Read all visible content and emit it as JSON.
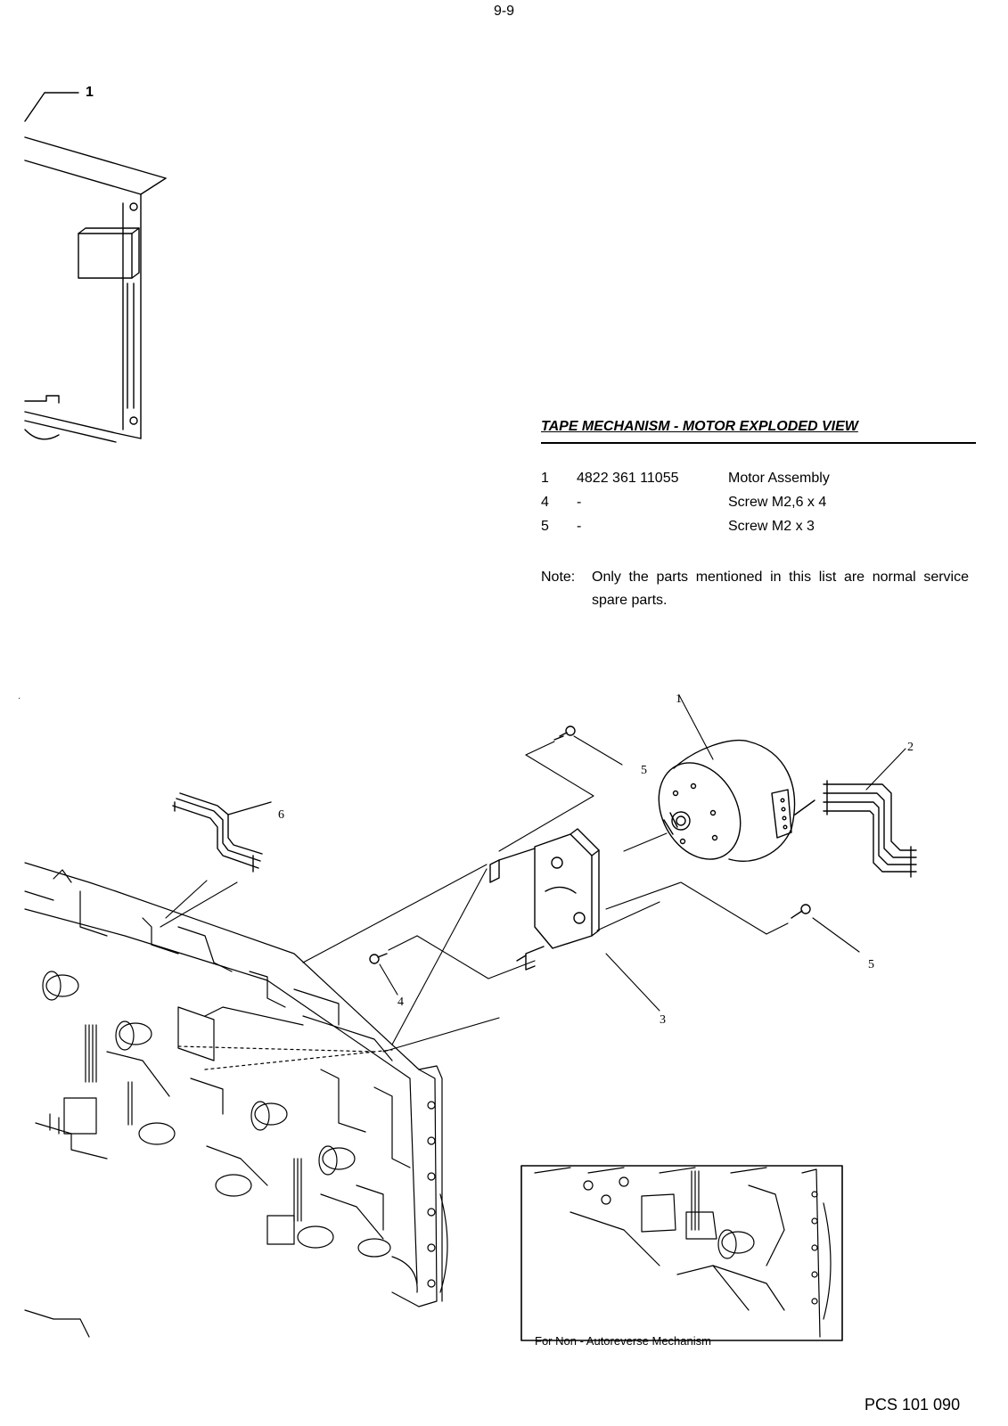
{
  "page_number": "9-9",
  "parts_list": {
    "title": "TAPE MECHANISM - MOTOR EXPLODED VIEW",
    "rows": [
      {
        "item": "1",
        "code": "4822 361 11055",
        "description": "Motor Assembly"
      },
      {
        "item": "4",
        "code": "-",
        "description": "Screw M2,6 x 4"
      },
      {
        "item": "5",
        "code": "-",
        "description": "Screw M2 x 3"
      }
    ]
  },
  "note": {
    "label": "Note:",
    "text": "Only the parts mentioned in this list are normal service spare parts."
  },
  "drawing": {
    "top_callout": "1",
    "callouts": {
      "motor": "1",
      "flat_cable": "2",
      "bracket": "3",
      "screw_left": "4",
      "screw_top": "5",
      "screw_right": "5",
      "cable_left": "6"
    },
    "inset_caption": "For Non - Autoreverse Mechanism"
  },
  "doc_code": "PCS 101 090"
}
